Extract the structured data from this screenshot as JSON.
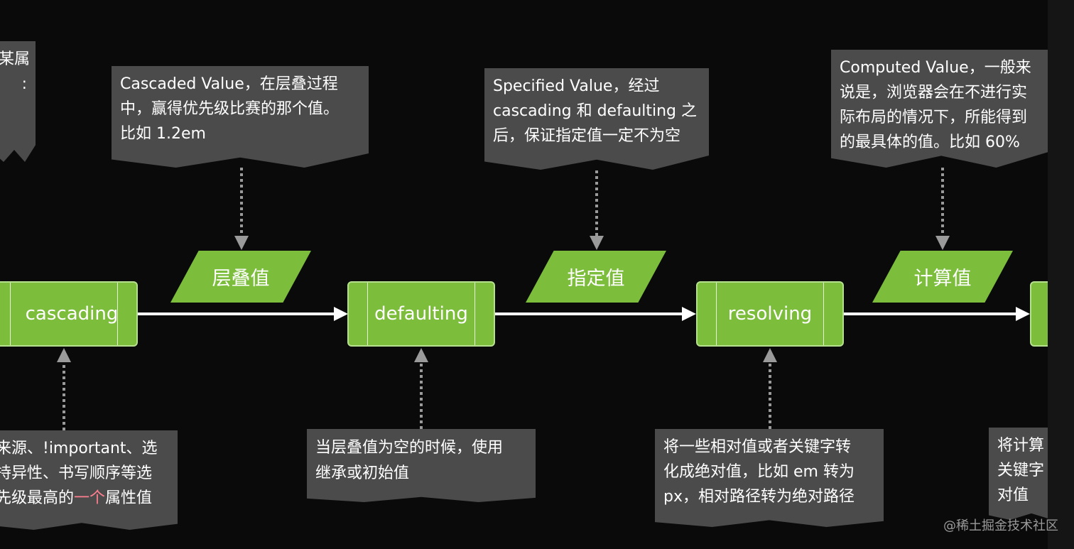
{
  "process_nodes": [
    {
      "id": "cascading",
      "label": "cascading"
    },
    {
      "id": "defaulting",
      "label": "defaulting"
    },
    {
      "id": "resolving",
      "label": "resolving"
    },
    {
      "id": "next",
      "label": ""
    }
  ],
  "value_labels": [
    {
      "id": "cascaded",
      "label": "层叠值"
    },
    {
      "id": "specified",
      "label": "指定值"
    },
    {
      "id": "computed",
      "label": "计算值"
    }
  ],
  "top_notes": {
    "partial": [
      "某属",
      ":"
    ],
    "cascaded": [
      "Cascaded Value，在层叠过程",
      "中，赢得优先级比赛的那个值。",
      "比如 1.2em"
    ],
    "specified": [
      "Specified Value，经过",
      "cascading 和 defaulting 之",
      "后，保证指定值一定不为空"
    ],
    "computed": [
      "Computed Value，一般来",
      "说是，浏览器会在不进行实",
      "际布局的情况下，所能得到",
      "的最具体的值。比如 60%"
    ]
  },
  "bottom_notes": {
    "cascading": {
      "line1": "来源、!important、选",
      "line2": "持异性、书写顺序等选",
      "line3_before": "先级最高的",
      "line3_highlight": "一个",
      "line3_after": "属性值"
    },
    "defaulting": [
      "当层叠值为空的时候，使用",
      "继承或初始值"
    ],
    "resolving": [
      "将一些相对值或者关键字转",
      "化成绝对值，比如 em 转为",
      "px，相对路径转为绝对路径"
    ],
    "partial": [
      "将计算",
      "关键字",
      "对值"
    ]
  },
  "watermark": "@稀土掘金技术社区",
  "colors": {
    "background": "#0a0a0a",
    "node_fill": "#7cbd3c",
    "note_fill": "#4b4b4b",
    "arrow": "#ffffff",
    "dotted_arrow": "#9a9a9a",
    "highlight": "#ff7f90"
  }
}
